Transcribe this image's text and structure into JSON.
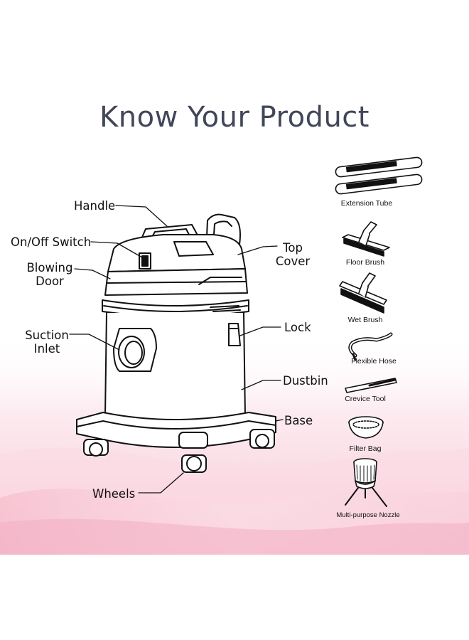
{
  "title": "Know Your Product",
  "labels": {
    "handle": "Handle",
    "onoff": "On/Off Switch",
    "blowing_1": "Blowing",
    "blowing_2": "Door",
    "top_1": "Top",
    "top_2": "Cover",
    "suction_1": "Suction",
    "suction_2": "Inlet",
    "lock": "Lock",
    "dustbin": "Dustbin",
    "base": "Base",
    "wheels": "Wheels"
  },
  "accessories": [
    {
      "label": "Extension Tube",
      "icon": "extension-tube-icon"
    },
    {
      "label": "Floor Brush",
      "icon": "floor-brush-icon"
    },
    {
      "label": "Wet Brush",
      "icon": "wet-brush-icon"
    },
    {
      "label": "Flexible Hose",
      "icon": "flexible-hose-icon"
    },
    {
      "label": "Crevice Tool",
      "icon": "crevice-tool-icon"
    },
    {
      "label": "Filter Bag",
      "icon": "filter-bag-icon"
    },
    {
      "label": "Multi-purpose Nozzle",
      "icon": "multi-purpose-nozzle-icon"
    }
  ],
  "colors": {
    "title": "#414658",
    "background_tint": "#f7c9d6",
    "line": "#111111"
  }
}
